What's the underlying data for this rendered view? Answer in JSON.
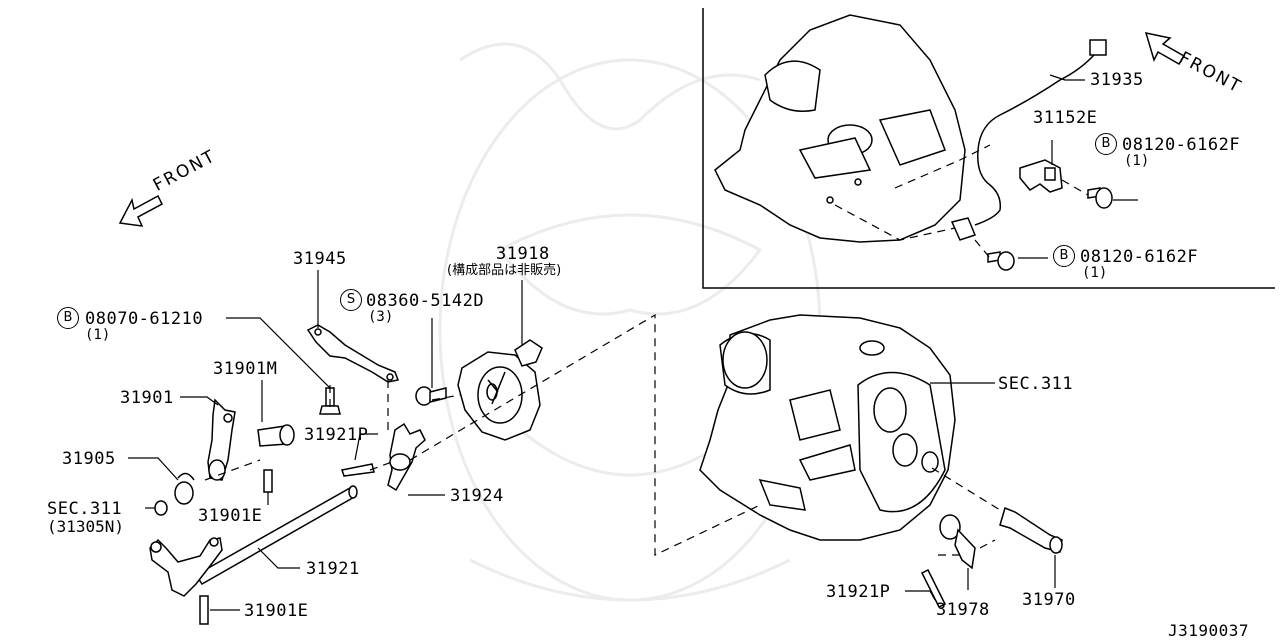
{
  "diagram_code": "J3190037",
  "front_main": "FRONT",
  "front_inset": "FRONT",
  "parts": {
    "p31945": "31945",
    "p31918": "31918",
    "p31918_note": "(構成部品は非販売)",
    "bolt_b_main": "08070-61210",
    "bolt_b_main_qty": "(1)",
    "screw_s": "08360-5142D",
    "screw_s_qty": "(3)",
    "p31901M": "31901M",
    "p31901": "31901",
    "p31921P_left": "31921P",
    "p31905": "31905",
    "sec311_left": "SEC.311",
    "sec311_left_sub": "(31305N)",
    "p31901E_mid": "31901E",
    "p31924": "31924",
    "p31921": "31921",
    "p31901E_bottom": "31901E",
    "sec311_right": "SEC.311",
    "p31921P_right": "31921P",
    "p31978": "31978",
    "p31970": "31970",
    "p31935": "31935",
    "p31152E": "31152E",
    "bolt_b_inset1": "08120-6162F",
    "bolt_b_inset1_qty": "(1)",
    "bolt_b_inset2": "08120-6162F",
    "bolt_b_inset2_qty": "(1)"
  },
  "symbols": {
    "bolt": "B",
    "screw": "S"
  }
}
